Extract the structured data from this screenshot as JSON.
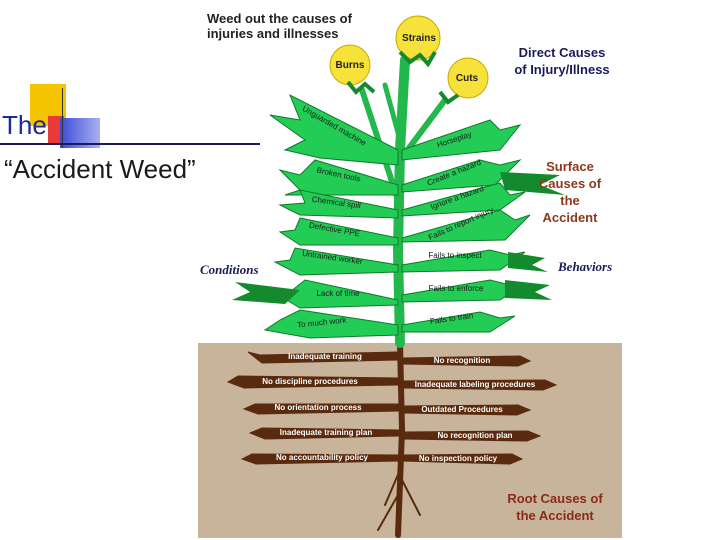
{
  "slide": {
    "title_line1": "The",
    "title_line2": "“Accident Weed”"
  },
  "diagram": {
    "header": "Weed out the causes of injuries and illnesses",
    "direct_label": "Direct Causes of Injury/Illness",
    "surface_label": "Surface Causes of the Accident",
    "root_label": "Root Causes of the Accident",
    "conditions_label": "Conditions",
    "behaviors_label": "Behaviors",
    "flowers": [
      "Strains",
      "Burns",
      "Cuts"
    ],
    "left_leaves": [
      "Unguarded machine",
      "Broken tools",
      "Chemical spill",
      "Defective PPE",
      "Untrained worker",
      "Lack of time",
      "To much work"
    ],
    "right_leaves": [
      "Horseplay",
      "Create a hazard",
      "Ignore a hazard",
      "Fails to report injury",
      "Fails to inspect",
      "Fails to enforce",
      "Fails to train"
    ],
    "left_roots": [
      "Inadequate training",
      "No discipline procedures",
      "No orientation process",
      "Inadequate training plan",
      "No accountability policy"
    ],
    "right_roots": [
      "No recognition",
      "Inadequate labeling procedures",
      "Outdated Procedures",
      "No recognition plan",
      "No inspection policy"
    ],
    "colors": {
      "leaf": "#22cc55",
      "leaf_dark": "#138a2e",
      "soil": "#c8b49a",
      "root": "#5a2a0e",
      "flower": "#f6e23a",
      "title_blue": "#1a2a9c"
    }
  }
}
